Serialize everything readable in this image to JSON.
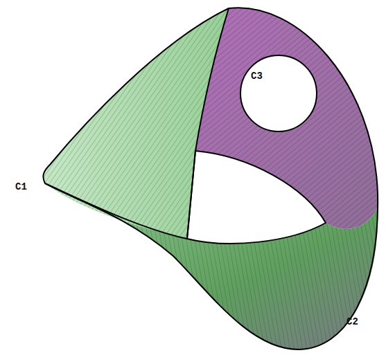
{
  "diagram": {
    "labels": [
      "C1",
      "C2",
      "C3"
    ]
  }
}
